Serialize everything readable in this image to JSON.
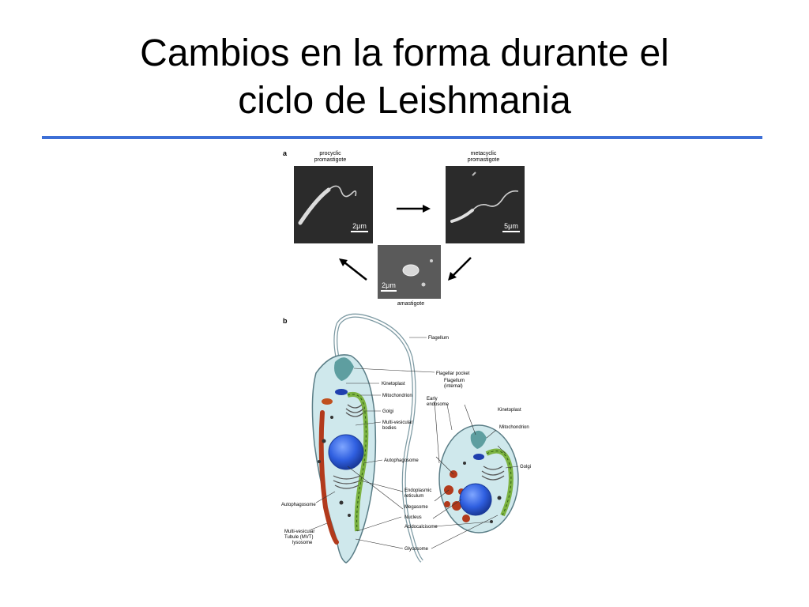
{
  "slide": {
    "title_line1": "Cambios en la forma durante el",
    "title_line2": "ciclo de Leishmania",
    "rule_color": "#3d6fd6"
  },
  "panel_a": {
    "label": "a",
    "procyclic_line1": "procyclic",
    "procyclic_line2": "promastigote",
    "metacyclic_line1": "metacyclic",
    "metacyclic_line2": "promastigote",
    "amastigote": "amastigote",
    "scale_procyclic": "2μm",
    "scale_metacyclic": "5μm",
    "scale_amastigote": "2μm"
  },
  "panel_b": {
    "label": "b",
    "labels": {
      "flagellum": "Flagellum",
      "flagellar_pocket": "Flagellar pocket",
      "flagellum_internal_1": "Flagellum",
      "flagellum_internal_2": "(internal)",
      "kinetoplast_left": "Kinetoplast",
      "mitochondrion_left": "Mitochondrion",
      "early_endosome_1": "Early",
      "early_endosome_2": "endosome",
      "golgi_left": "Golgi",
      "mvb_1": "Multi-vesicular",
      "mvb_2": "bodies",
      "autophagosome_center": "Autophagosome",
      "er_1": "Endoplasmic",
      "er_2": "reticulum",
      "megasome": "Megasome",
      "nucleus": "Nucleus",
      "acidocalcisome": "Acidocalcisome",
      "glycosome": "Glycosome",
      "autophagosome_left": "Autophagosome",
      "mvt_1": "Multi-vesicular",
      "mvt_2": "Tubule (MVT)",
      "mvt_3": "lysosome",
      "kinetoplast_right": "Kinetoplast",
      "mitochondrion_right": "Mitochondrion",
      "golgi_right": "Golgi"
    },
    "colors": {
      "cell_fill": "#cfe8ec",
      "cell_stroke": "#5a7d86",
      "nucleus": "#2f5fe0",
      "mitochondrion": "#7cb342",
      "megasome": "#b23a1c",
      "pocket": "#5e9ea0"
    }
  }
}
